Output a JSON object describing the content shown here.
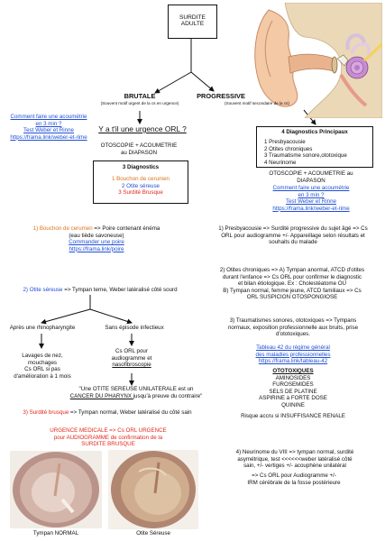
{
  "title": "SURDITE ADULTE",
  "brutale": {
    "heading": "BRUTALE",
    "sub": "(Souvent motif urgent de la cs en urgence)",
    "urgence_q": "Y a t'il une urgence ORL ?",
    "otoscopie": "OTOSCOPIE + ACOUMETRIE au DIAPASON",
    "diag_title": "3 Diagnostics",
    "diag1": "1 Bouchon de cerumen",
    "diag2": "2 Otite séreuse",
    "diag3": "3 Surdité Brusque"
  },
  "progressive": {
    "heading": "PROGRESSIVE",
    "sub": "(Souvent motif secondaire de la cs)",
    "diag_title": "4 Diagnostics Principaux",
    "diag1": "1 Presbyacousie",
    "diag2": "2 Otites chroniques",
    "diag3": "3 Traumatisme sonore,ototoxique",
    "diag4": "4 Neurinome",
    "otoscopie": "OTOSCOPIE + ACOUMETRIE au DIAPASON",
    "link1": "Comment faire une acoumétrie",
    "link2": "en 3 min ?",
    "link3": "Test Weber et Rinne",
    "link4": "https://frama.link/weber-et-rime"
  },
  "left_links": {
    "l1": "Comment faire une acoumétrie",
    "l2": "en 3 min ?",
    "l3": "Test Weber et Rinne",
    "l4": "https://frama.link/weber-et-rime"
  },
  "bouchon": {
    "label": "1) Bouchon de cerumen",
    "rest": " => Poire contenant énéma",
    "line2": "(eau tiède savoneuse)",
    "link1": "Commander une poire",
    "link2": "https://frama.link/poire"
  },
  "otite": {
    "label": "2) Otite séreuse",
    "rest": " => Tympan terne, Weber latéralisé côté sourd",
    "branch_left": "Après une rhinopharyngite",
    "branch_right": "Sans épisode infectieux",
    "left1": "Lavages de nez,",
    "left2": "mouchages",
    "left3": "Cs ORL si pas",
    "left4": "d'amélioration à 1 mois",
    "right1": "Cs ORL pour",
    "right2": "audiogramme et",
    "right3": "nasofibroscopie",
    "warn1": "\"Une OTITE SEREUSE UNILATERALE est un",
    "warn2a": "CANCER DU PHARYNX ",
    "warn2b": "jusqu'à preuve du contraire\""
  },
  "surdite": {
    "label": "3) Surdité brusque",
    "rest": " => Tympan normal, Weber latéralisé du côté sain",
    "urg1": "URGENCE MEDICALE => Cs ORL URGENCE",
    "urg2": "pour AUDIOGRAMME de confirmation de la",
    "urg3": "SURDITE BRUSQUE"
  },
  "presby": {
    "l1": "1) Presbyacousie => Surdité progressive du sujet âgé => Cs",
    "l2": "ORL pour audiogramme +/- Appareillage selon résultats et",
    "l3": "souhaits du malade"
  },
  "otites_chr": {
    "l1": "2) Otites chroniques => A) Tympan anormal, ATCD d'otites",
    "l2": "durant l'enfance => Cs ORL pour confirmer le diagnostic",
    "l3": "et bilan étiologique. Ex : Cholestéatome OU",
    "l4": "B) Tympan normal, femme jeune, ATCD familiaux => Cs",
    "l5": "ORL SUSPICION OTOSPONGIOSE"
  },
  "trauma": {
    "l1": "3) Traumatismes sonores, ototoxiques => Tympans",
    "l2": "normaux, exposition professionnelle aux bruits, prise",
    "l3": "d'ototoxiques.",
    "link1": "Tableau 42 du régime général",
    "link2": "des maladies professionnelles",
    "link3": "https://frama.link/tableau-42",
    "oto_title": "OTOTOXIQUES",
    "oto1": "AMINOSIDES",
    "oto2": "FUROSEMIDES",
    "oto3": "SELS DE PLATINE",
    "oto4": "ASPIRINE à FORTE DOSE",
    "oto5": "QUININE",
    "risk": "Risque accru si INSUFFISANCE RENALE"
  },
  "neuri": {
    "l1": "4) Neurinome du VIII => tympan normal, surdité",
    "l2": "asymétrique, test <<<<<<weber latéralisé côté",
    "l3": "sain, +/- vertiges +/- acouphène unilatéral",
    "l4": "=> Cs ORL pour Audiogramme +/-",
    "l5": "IRM cérébrale de la fosse postérieure"
  },
  "captions": {
    "normal": "Tympan NORMAL",
    "sereuse": "Otite Séreuse"
  }
}
